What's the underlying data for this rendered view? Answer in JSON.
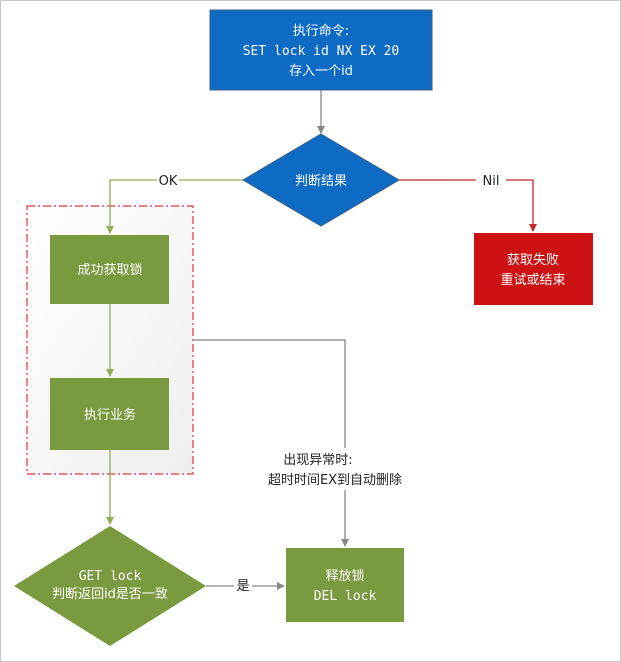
{
  "colors": {
    "blue": "#0E6BC4",
    "green": "#7A9A3F",
    "red": "#CC1212",
    "gray_line": "#888888",
    "green_line": "#8FAE55",
    "red_line": "#C0282B",
    "frame_red": "#E0343A"
  },
  "nodes": {
    "execute_cmd": {
      "line1": "执行命令:",
      "line2": "SET lock id NX EX 20",
      "line3": "存入一个id"
    },
    "judge_result": {
      "label": "判断结果"
    },
    "get_fail": {
      "line1": "获取失败",
      "line2": "重试或结束"
    },
    "get_success": {
      "label": "成功获取锁"
    },
    "execute_business": {
      "label": "执行业务"
    },
    "check_id": {
      "line1": "GET lock",
      "line2": "判断返回id是否一致"
    },
    "release_lock": {
      "line1": "释放锁",
      "line2": "DEL lock"
    }
  },
  "edges": {
    "ok": "OK",
    "nil": "Nil",
    "yes": "是",
    "exception_line1": "出现异常时:",
    "exception_line2": "超时时间EX到自动删除"
  }
}
